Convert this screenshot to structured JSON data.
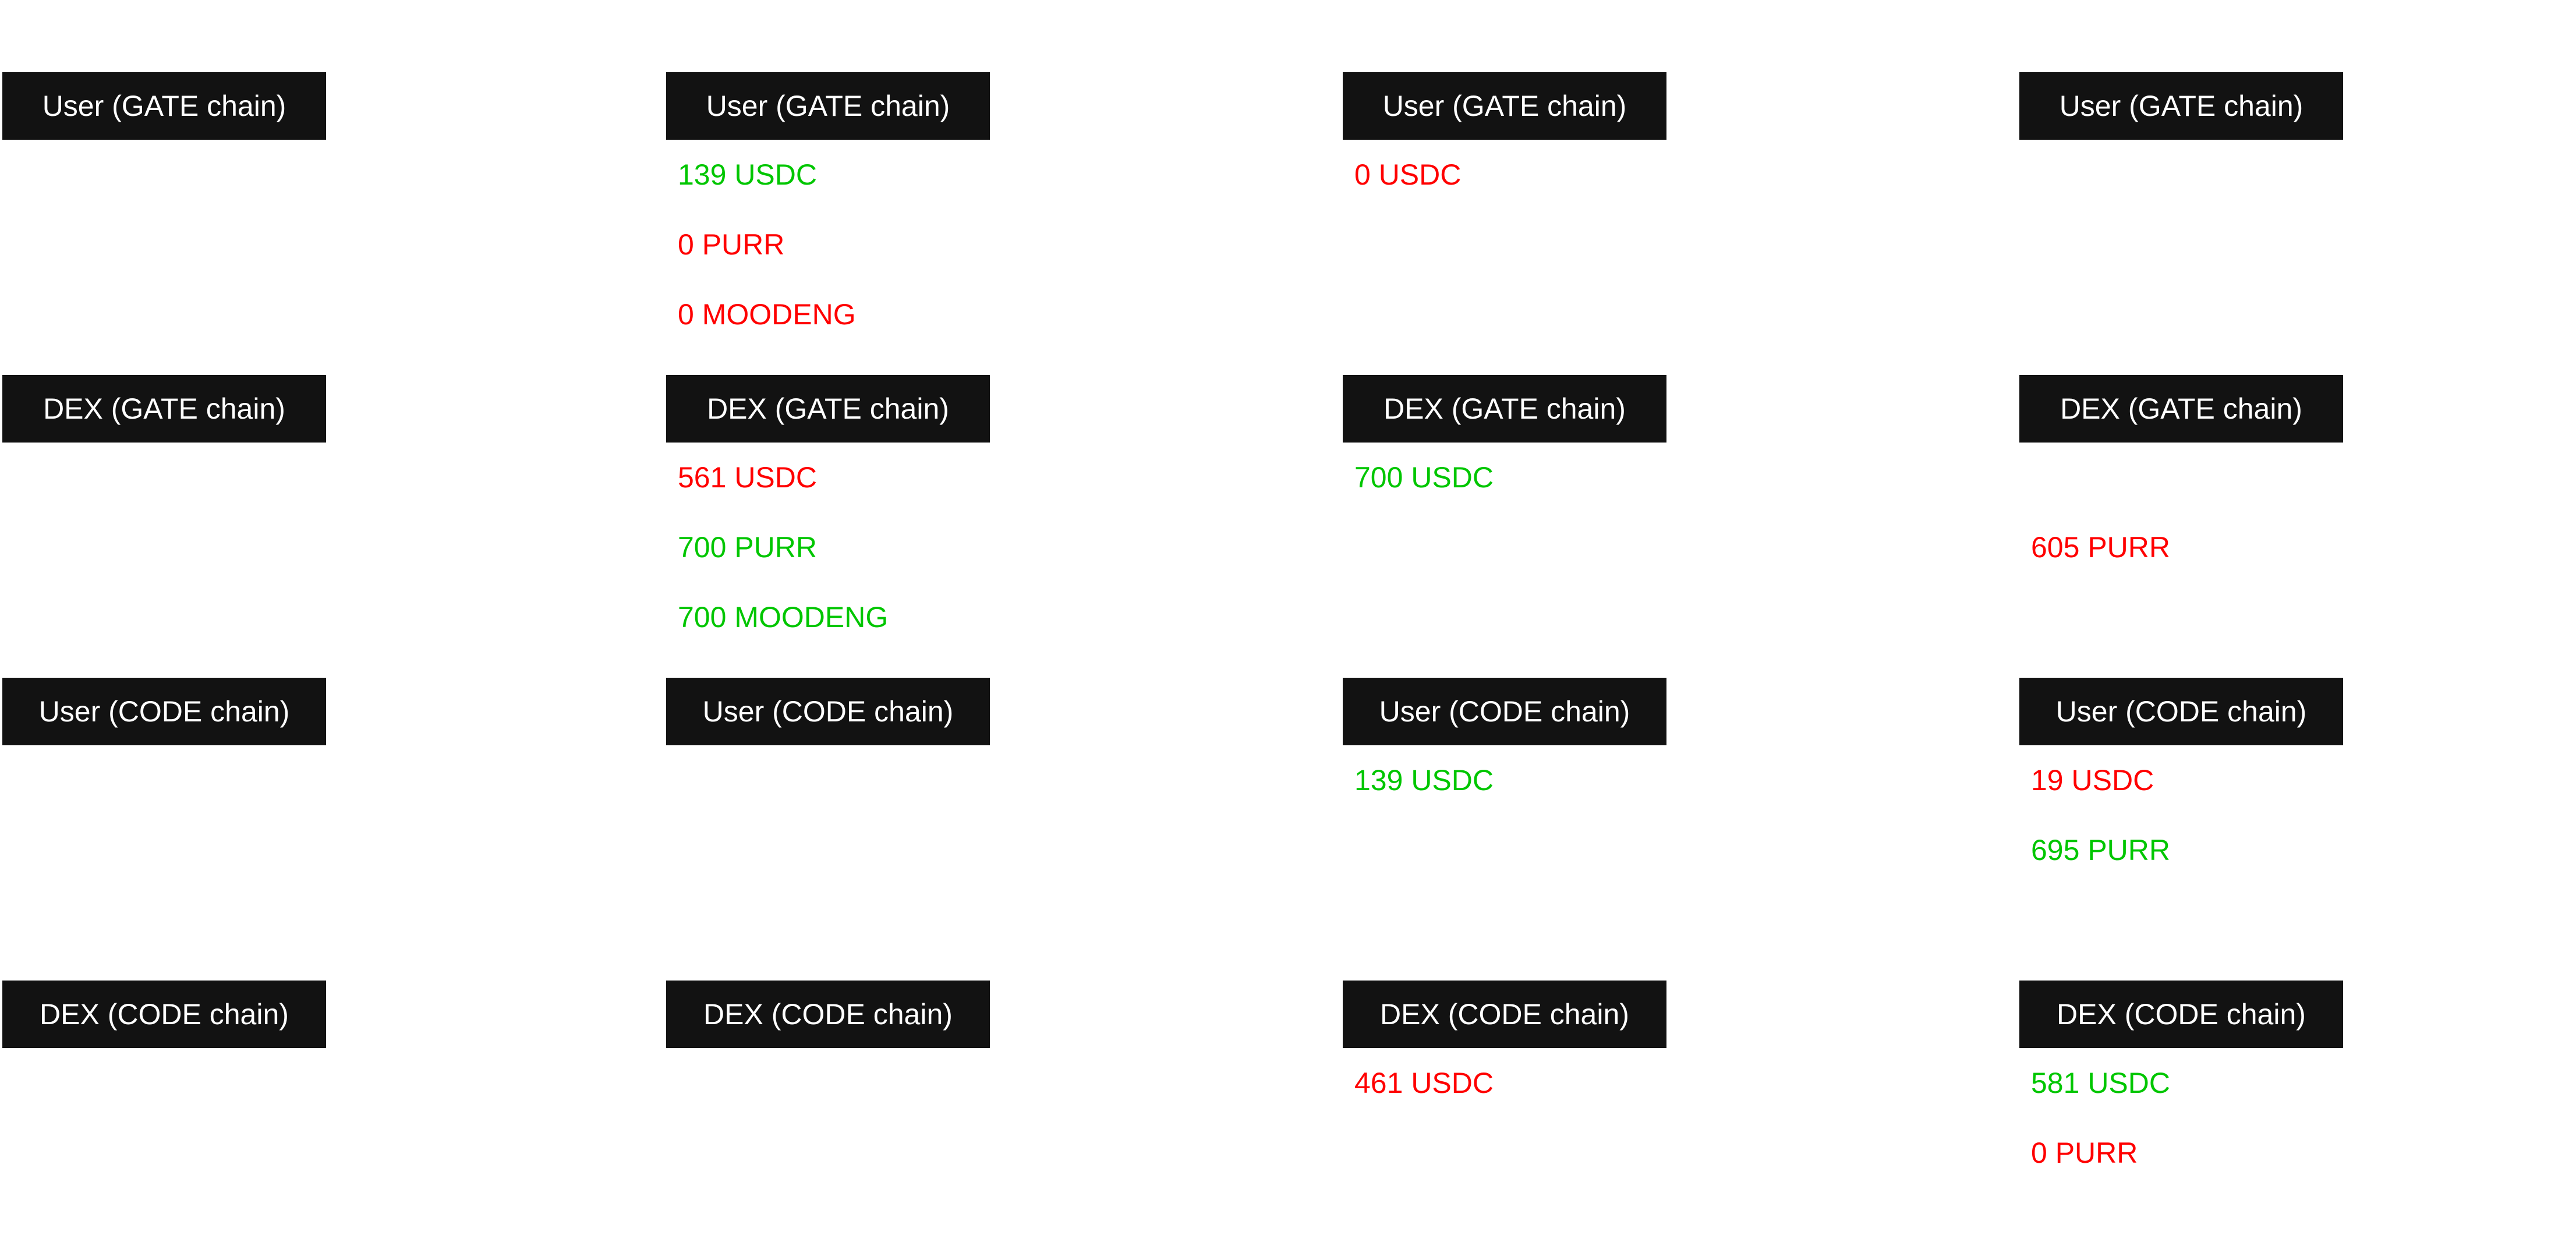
{
  "colors": {
    "increase": "#00c600",
    "decrease": "#ff0000",
    "label_bg": "#121212",
    "label_text": "#ffffff"
  },
  "columns": [
    {
      "cells": [
        {
          "label": "User (GATE chain)",
          "lines": []
        },
        {
          "label": "DEX (GATE chain)",
          "lines": []
        },
        {
          "label": "User (CODE chain)",
          "lines": []
        },
        {
          "label": "DEX (CODE chain)",
          "lines": []
        }
      ]
    },
    {
      "cells": [
        {
          "label": "User (GATE chain)",
          "lines": [
            {
              "text": "139 USDC",
              "trend": "up"
            },
            {
              "text": "0 PURR",
              "trend": "down"
            },
            {
              "text": "0 MOODENG",
              "trend": "down"
            }
          ]
        },
        {
          "label": "DEX (GATE chain)",
          "lines": [
            {
              "text": "561 USDC",
              "trend": "down"
            },
            {
              "text": "700 PURR",
              "trend": "up"
            },
            {
              "text": "700 MOODENG",
              "trend": "up"
            }
          ]
        },
        {
          "label": "User (CODE chain)",
          "lines": []
        },
        {
          "label": "DEX (CODE chain)",
          "lines": []
        }
      ]
    },
    {
      "cells": [
        {
          "label": "User (GATE chain)",
          "lines": [
            {
              "text": "0 USDC",
              "trend": "down"
            }
          ]
        },
        {
          "label": "DEX (GATE chain)",
          "lines": [
            {
              "text": "700 USDC",
              "trend": "up"
            }
          ]
        },
        {
          "label": "User (CODE chain)",
          "lines": [
            {
              "text": "139 USDC",
              "trend": "up"
            }
          ]
        },
        {
          "label": "DEX (CODE chain)",
          "lines": [
            {
              "text": "461 USDC",
              "trend": "down"
            }
          ]
        }
      ]
    },
    {
      "cells": [
        {
          "label": "User (GATE chain)",
          "lines": []
        },
        {
          "label": "DEX (GATE chain)",
          "lines": [
            {
              "text": "",
              "trend": "blank"
            },
            {
              "text": "605 PURR",
              "trend": "down"
            }
          ]
        },
        {
          "label": "User (CODE chain)",
          "lines": [
            {
              "text": "19 USDC",
              "trend": "down"
            },
            {
              "text": "695 PURR",
              "trend": "up"
            }
          ]
        },
        {
          "label": "DEX (CODE chain)",
          "lines": [
            {
              "text": "581 USDC",
              "trend": "up"
            },
            {
              "text": "0 PURR",
              "trend": "down"
            }
          ]
        }
      ]
    }
  ]
}
